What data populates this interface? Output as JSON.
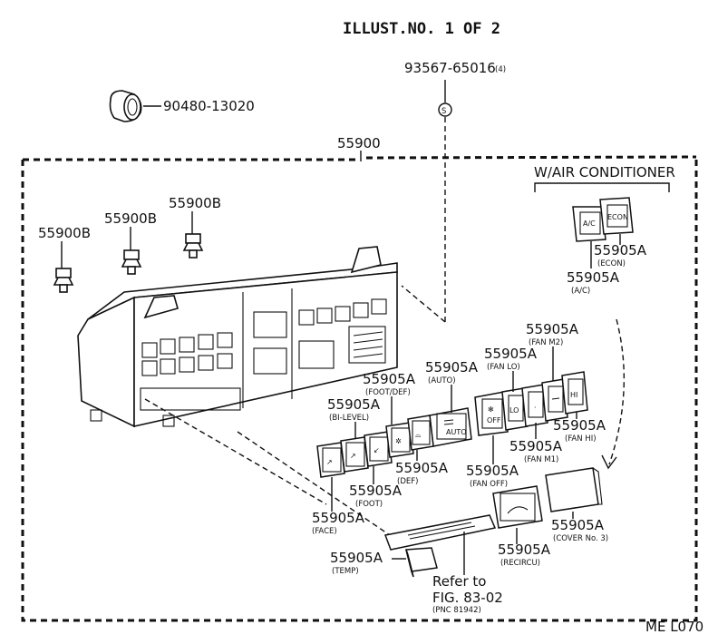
{
  "header": {
    "title": "ILLUST.NO. 1 OF 2"
  },
  "corner_code": "ME L070",
  "section_label": "W/AIR CONDITIONER",
  "parts": {
    "screw": {
      "num": "93567-65016",
      "qty": "(4)",
      "circle": "S"
    },
    "knob": {
      "num": "90480-13020"
    },
    "assembly": {
      "num": "55900"
    },
    "bulb1": {
      "num": "55900B"
    },
    "bulb2": {
      "num": "55900B"
    },
    "bulb3": {
      "num": "55900B"
    },
    "econ": {
      "num": "55905A",
      "sub": "(ECON)"
    },
    "ac": {
      "num": "55905A",
      "sub": "(A/C)"
    },
    "fan_m2": {
      "num": "55905A",
      "sub": "(FAN M2)"
    },
    "fan_lo": {
      "num": "55905A",
      "sub": "(FAN LO)"
    },
    "auto": {
      "num": "55905A",
      "sub": "(AUTO)"
    },
    "foot_def": {
      "num": "55905A",
      "sub": "(FOOT/DEF)"
    },
    "bi_level": {
      "num": "55905A",
      "sub": "(BI-LEVEL)"
    },
    "fan_hi": {
      "num": "55905A",
      "sub": "(FAN HI)"
    },
    "fan_m1": {
      "num": "55905A",
      "sub": "(FAN M1)"
    },
    "def": {
      "num": "55905A",
      "sub": "(DEF)"
    },
    "fan_off": {
      "num": "55905A",
      "sub": "(FAN OFF)"
    },
    "foot": {
      "num": "55905A",
      "sub": "(FOOT)"
    },
    "face": {
      "num": "55905A",
      "sub": "(FACE)"
    },
    "cover3": {
      "num": "55905A",
      "sub": "(COVER No. 3)"
    },
    "recircu": {
      "num": "55905A",
      "sub": "(RECIRCU)"
    },
    "temp": {
      "num": "55905A",
      "sub": "(TEMP)"
    }
  },
  "refer": {
    "line1": "Refer to",
    "line2": "FIG. 83-02",
    "line3": "(PNC 81942)"
  },
  "button_icons": {
    "ac": "A/C",
    "econ": "ECON",
    "auto": "AUTO",
    "off": "OFF",
    "lo": "LO",
    "hi": "HI"
  }
}
